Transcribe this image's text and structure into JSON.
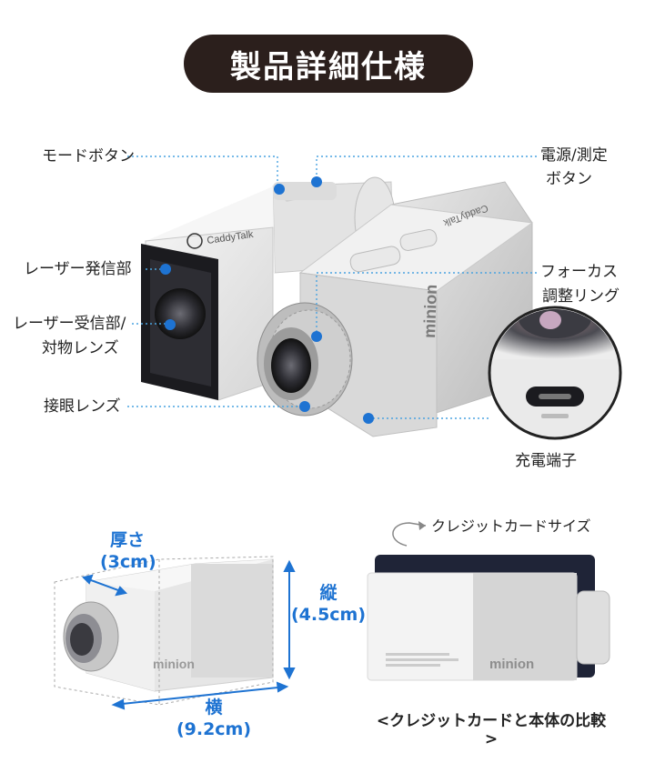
{
  "title": "製品詳細仕様",
  "callouts_left": {
    "mode_button": "モードボタン",
    "laser_emitter": "レーザー発信部",
    "laser_receiver_line1": "レーザー受信部/",
    "laser_receiver_line2": "対物レンズ",
    "eyepiece": "接眼レンズ"
  },
  "callouts_right": {
    "power_line1": "電源/測定",
    "power_line2": "ボタン",
    "focus_line1": "フォーカス",
    "focus_line2": "調整リング",
    "charging_port": "充電端子"
  },
  "device": {
    "brand_text": "CaddyTalk",
    "model_text": "minion"
  },
  "dimensions": {
    "thickness_label": "厚さ",
    "thickness_value": "(3cm)",
    "height_label": "縦",
    "height_value": "(4.5cm)",
    "width_label": "横",
    "width_value": "(9.2cm)"
  },
  "comparison": {
    "card_label": "クレジットカードサイズ",
    "caption": "<クレジットカードと本体の比較>"
  },
  "colors": {
    "accent_blue": "#1e73d2",
    "title_bg": "#2b1f1c",
    "callout_line": "#4aa3e0"
  }
}
